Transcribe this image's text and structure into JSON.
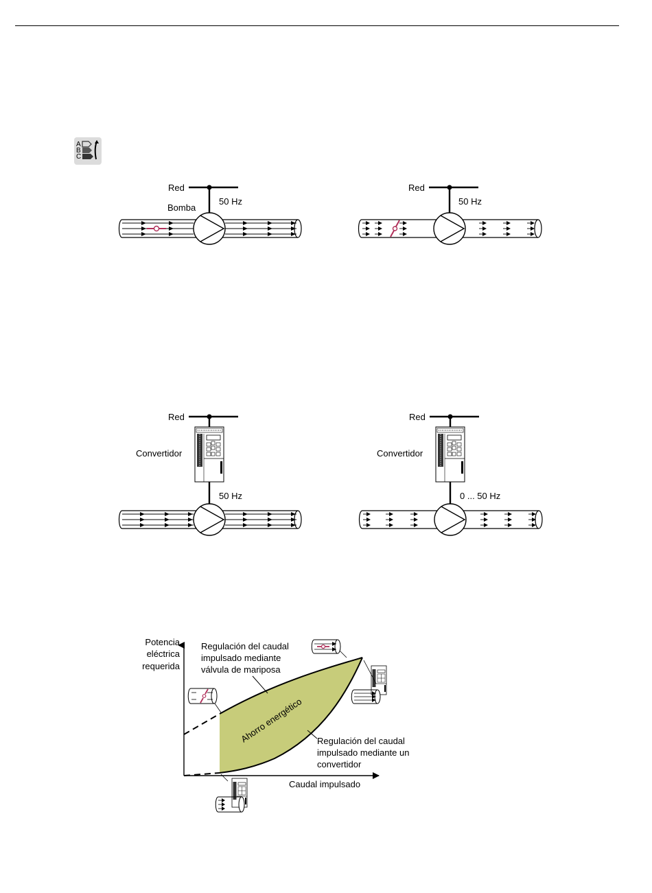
{
  "figure_top": {
    "left": {
      "red_label": "Red",
      "freq_label": "50 Hz",
      "pump_label": "Bomba"
    },
    "right": {
      "red_label": "Red",
      "freq_label": "50 Hz"
    }
  },
  "figure_mid": {
    "left": {
      "red_label": "Red",
      "converter_label": "Convertidor",
      "freq_label": "50 Hz"
    },
    "right": {
      "red_label": "Red",
      "converter_label": "Convertidor",
      "freq_label": "0 ... 50 Hz"
    }
  },
  "figure_chart": {
    "ylabel_line1": "Potencia",
    "ylabel_line2": "eléctrica",
    "ylabel_line3": "requerida",
    "xlabel": "Caudal impulsado",
    "valve_curve_line1": "Regulación del caudal",
    "valve_curve_line2": "impulsado mediante",
    "valve_curve_line3": "válvula de mariposa",
    "converter_curve_line1": "Regulación del caudal",
    "converter_curve_line2": "impulsado mediante un",
    "converter_curve_line3": "convertidor",
    "savings_label": "Ahorro energético",
    "savings_color": "#c7cc7a",
    "valve_color": "#b0305a"
  },
  "icons": {
    "energy_class": "energy-class-icon",
    "pump": "pump-icon",
    "valve": "butterfly-valve-icon",
    "converter": "frequency-converter-icon"
  }
}
